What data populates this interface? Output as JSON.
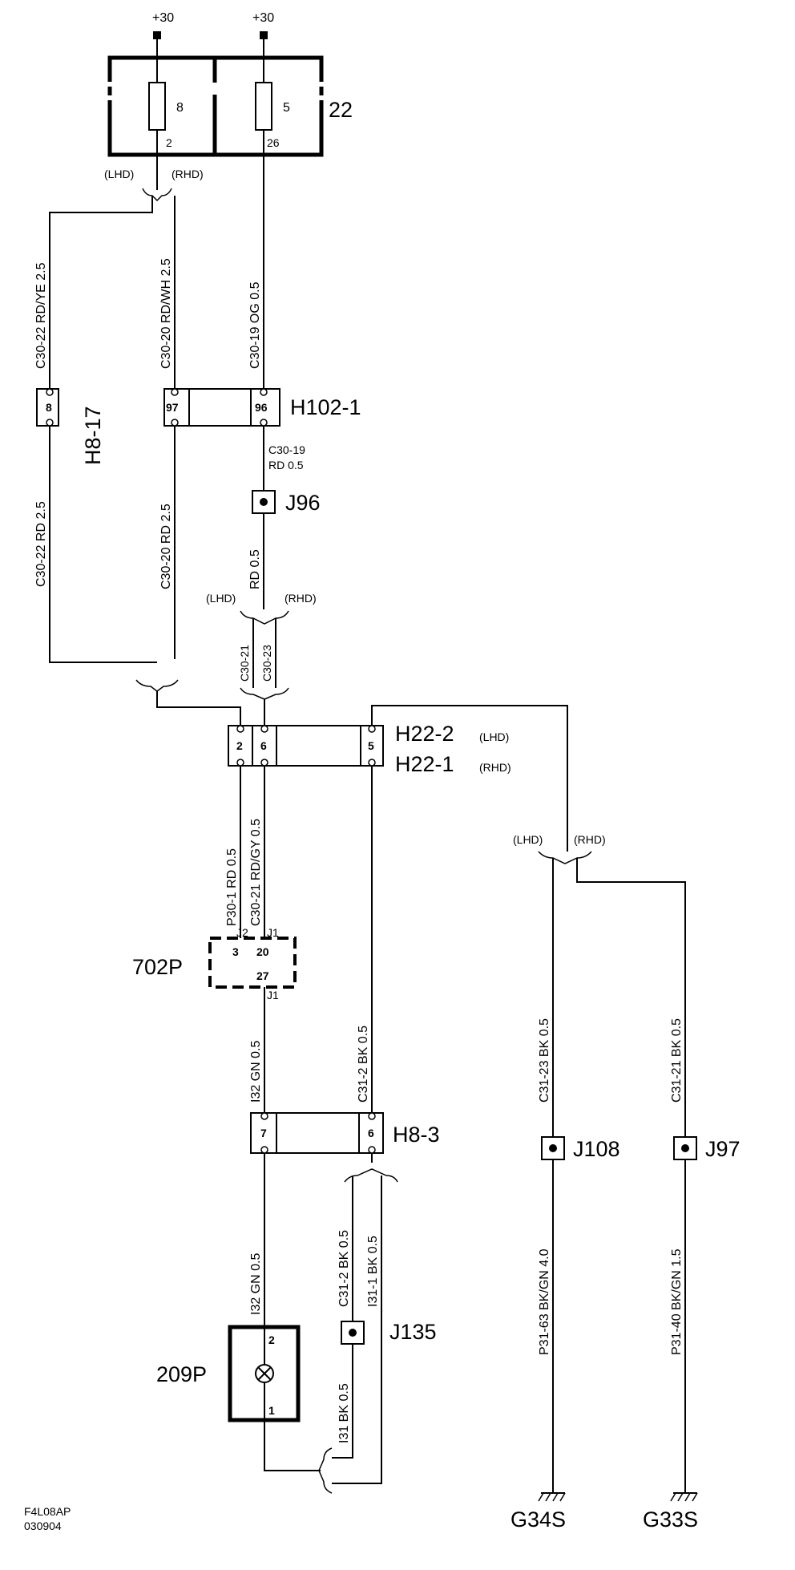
{
  "power": {
    "left": "+30",
    "right": "+30"
  },
  "fusebox": {
    "id": "22",
    "fuse_left": "8",
    "fuse_right": "5",
    "pin_left": "2",
    "pin_right": "26"
  },
  "variants": {
    "lhd": "(LHD)",
    "rhd": "(RHD)"
  },
  "wires": {
    "w_c30_22_top": "C30-22  RD/YE  2.5",
    "w_c30_20_top": "C30-20  RD/WH  2.5",
    "w_c30_19_top": "C30-19  OG  0.5",
    "w_c30_22_bot": "C30-22  RD  2.5",
    "w_c30_20_bot": "C30-20  RD  2.5",
    "w_c30_19_mid_a": "C30-19",
    "w_c30_19_mid_b": "RD     0.5",
    "w_rd_05": "RD  0.5",
    "w_c30_21": "C30-21",
    "w_c30_23": "C30-23",
    "w_p30_1": "P30-1  RD  0.5",
    "w_c30_21_gy": "C30-21  RD/GY  0.5",
    "w_c31_2_top": "C31-2  BK  0.5",
    "w_i32_top": "I32  GN  0.5",
    "w_c31_23": "C31-23  BK  0.5",
    "w_c31_21": "C31-21  BK  0.5",
    "w_i32_bot": "I32  GN  0.5",
    "w_c31_2_bot": "C31-2  BK  0.5",
    "w_i31_1": "I31-1  BK  0.5",
    "w_i31": "I31  BK  0.5",
    "w_p31_63": "P31-63  BK/GN  4.0",
    "w_p31_40": "P31-40  BK/GN  1.5"
  },
  "connectors": {
    "h8_17": {
      "id": "H8-17",
      "pin": "8"
    },
    "h102_1": {
      "id": "H102-1",
      "pin_a": "97",
      "pin_b": "96"
    },
    "h22": {
      "id_a": "H22-2",
      "tag_a": "(LHD)",
      "id_b": "H22-1",
      "tag_b": "(RHD)",
      "pin_a": "2",
      "pin_b": "6",
      "pin_c": "5"
    },
    "p702": {
      "id": "702P",
      "j2": "J2",
      "j1": "J1",
      "pin3": "3",
      "pin20": "20",
      "pin27": "27",
      "j1_bot": "J1"
    },
    "h8_3": {
      "id": "H8-3",
      "pin_a": "7",
      "pin_b": "6"
    },
    "p209": {
      "id": "209P",
      "pin_top": "2",
      "pin_bot": "1"
    }
  },
  "splices": {
    "j96": "J96",
    "j108": "J108",
    "j97": "J97",
    "j135": "J135"
  },
  "grounds": {
    "g34s": "G34S",
    "g33s": "G33S"
  },
  "footer": {
    "code": "F4L08AP",
    "date": "030904"
  }
}
